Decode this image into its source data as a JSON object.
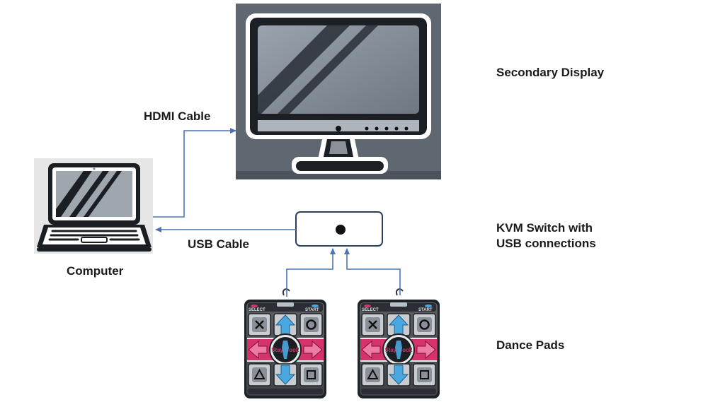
{
  "labels": {
    "secondary_display": "Secondary Display",
    "hdmi_cable": "HDMI Cable",
    "usb_cable": "USB Cable",
    "computer": "Computer",
    "kvm_line1": "KVM Switch with",
    "kvm_line2": "USB connections",
    "dance_pads": "Dance Pads"
  },
  "pad_text": {
    "select": "SELECT",
    "start": "START",
    "center": "Stay Cool!"
  },
  "colors": {
    "connector": "#4a74b4",
    "monitor_bg": "#5f6771",
    "pad_pink": "#d6336c",
    "pad_blue": "#4aa8e0"
  }
}
